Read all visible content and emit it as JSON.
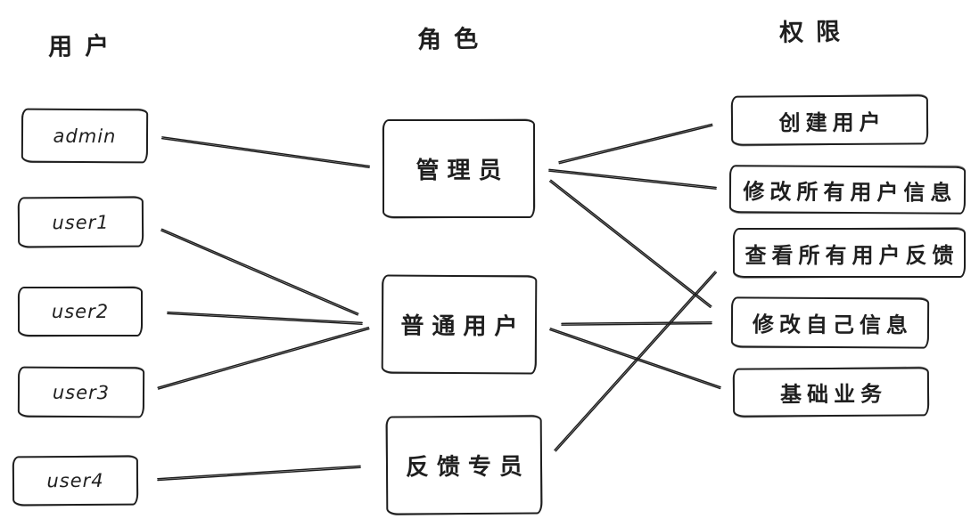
{
  "diagram": {
    "columns": [
      {
        "id": "users",
        "header": "用户",
        "nodes": [
          {
            "id": "u-admin",
            "label": "admin"
          },
          {
            "id": "u-user1",
            "label": "user1"
          },
          {
            "id": "u-user2",
            "label": "user2"
          },
          {
            "id": "u-user3",
            "label": "user3"
          },
          {
            "id": "u-user4",
            "label": "user4"
          }
        ]
      },
      {
        "id": "roles",
        "header": "角色",
        "nodes": [
          {
            "id": "r-admin",
            "label": "管理员"
          },
          {
            "id": "r-normal",
            "label": "普通用户"
          },
          {
            "id": "r-feedback",
            "label": "反馈专员"
          }
        ]
      },
      {
        "id": "permissions",
        "header": "权限",
        "nodes": [
          {
            "id": "p-create-user",
            "label": "创建用户"
          },
          {
            "id": "p-edit-all-users",
            "label": "修改所有用户信息"
          },
          {
            "id": "p-view-all-feedback",
            "label": "查看所有用户反馈"
          },
          {
            "id": "p-edit-self",
            "label": "修改自己信息"
          },
          {
            "id": "p-basic-business",
            "label": "基础业务"
          }
        ]
      }
    ],
    "edges": [
      {
        "from": "u-admin",
        "to": "r-admin"
      },
      {
        "from": "u-user1",
        "to": "r-normal"
      },
      {
        "from": "u-user2",
        "to": "r-normal"
      },
      {
        "from": "u-user3",
        "to": "r-normal"
      },
      {
        "from": "u-user4",
        "to": "r-feedback"
      },
      {
        "from": "r-admin",
        "to": "p-create-user"
      },
      {
        "from": "r-admin",
        "to": "p-edit-all-users"
      },
      {
        "from": "r-admin",
        "to": "p-edit-self"
      },
      {
        "from": "r-normal",
        "to": "p-edit-self"
      },
      {
        "from": "r-normal",
        "to": "p-basic-business"
      },
      {
        "from": "r-feedback",
        "to": "p-view-all-feedback"
      }
    ],
    "colors": {
      "ink": "#1f1f1f",
      "background": "#ffffff"
    }
  }
}
